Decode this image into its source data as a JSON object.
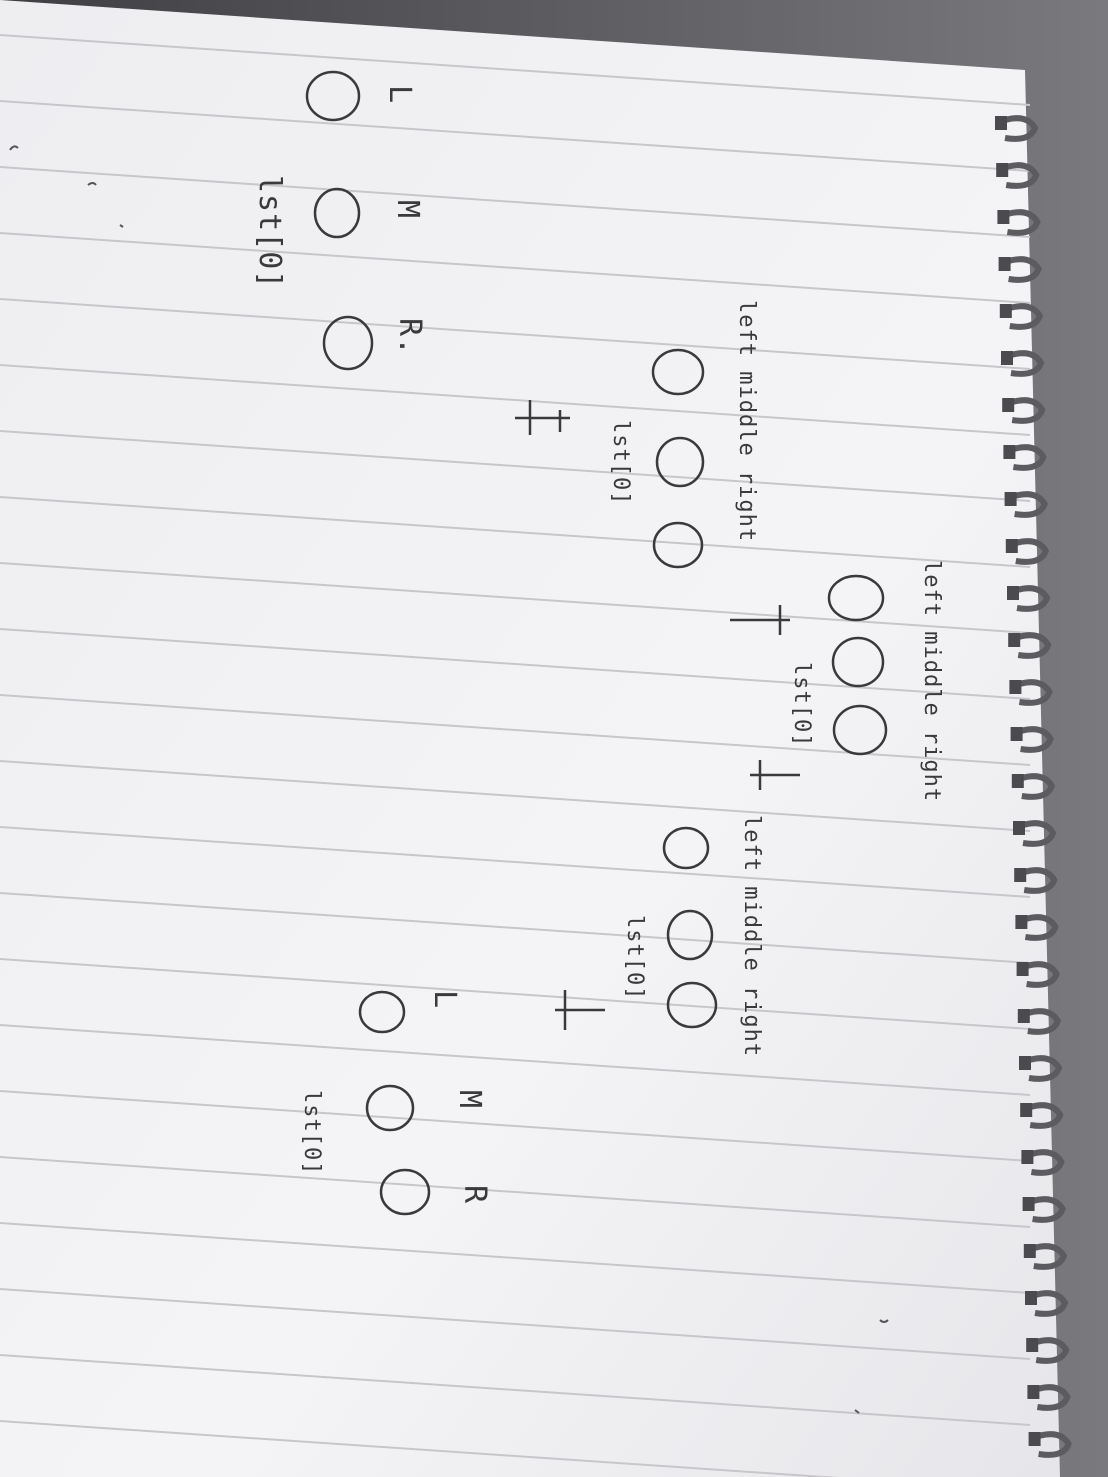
{
  "notes": {
    "top_group": {
      "labels": "left middle right",
      "list_label": "lst[0]"
    },
    "mid_left_group": {
      "labels": "left middle right",
      "list_label": "lst[0]"
    },
    "mid_right_group": {
      "labels": "left middle right",
      "list_label": "lst[0]"
    },
    "bottom_left_group": {
      "label_l": "L",
      "label_m": "M",
      "label_r": "R.",
      "list_label": "lst[0]"
    },
    "bottom_right_group": {
      "label_l": "L",
      "label_m": "M",
      "label_r": "R",
      "list_label": "lst[0]"
    }
  },
  "colors": {
    "paper": "#f1f1f3",
    "ink": "#3a3a3c",
    "rule_line": "#c9c6cb",
    "spiral": "#5b5b60",
    "table": "#6f6f72"
  }
}
